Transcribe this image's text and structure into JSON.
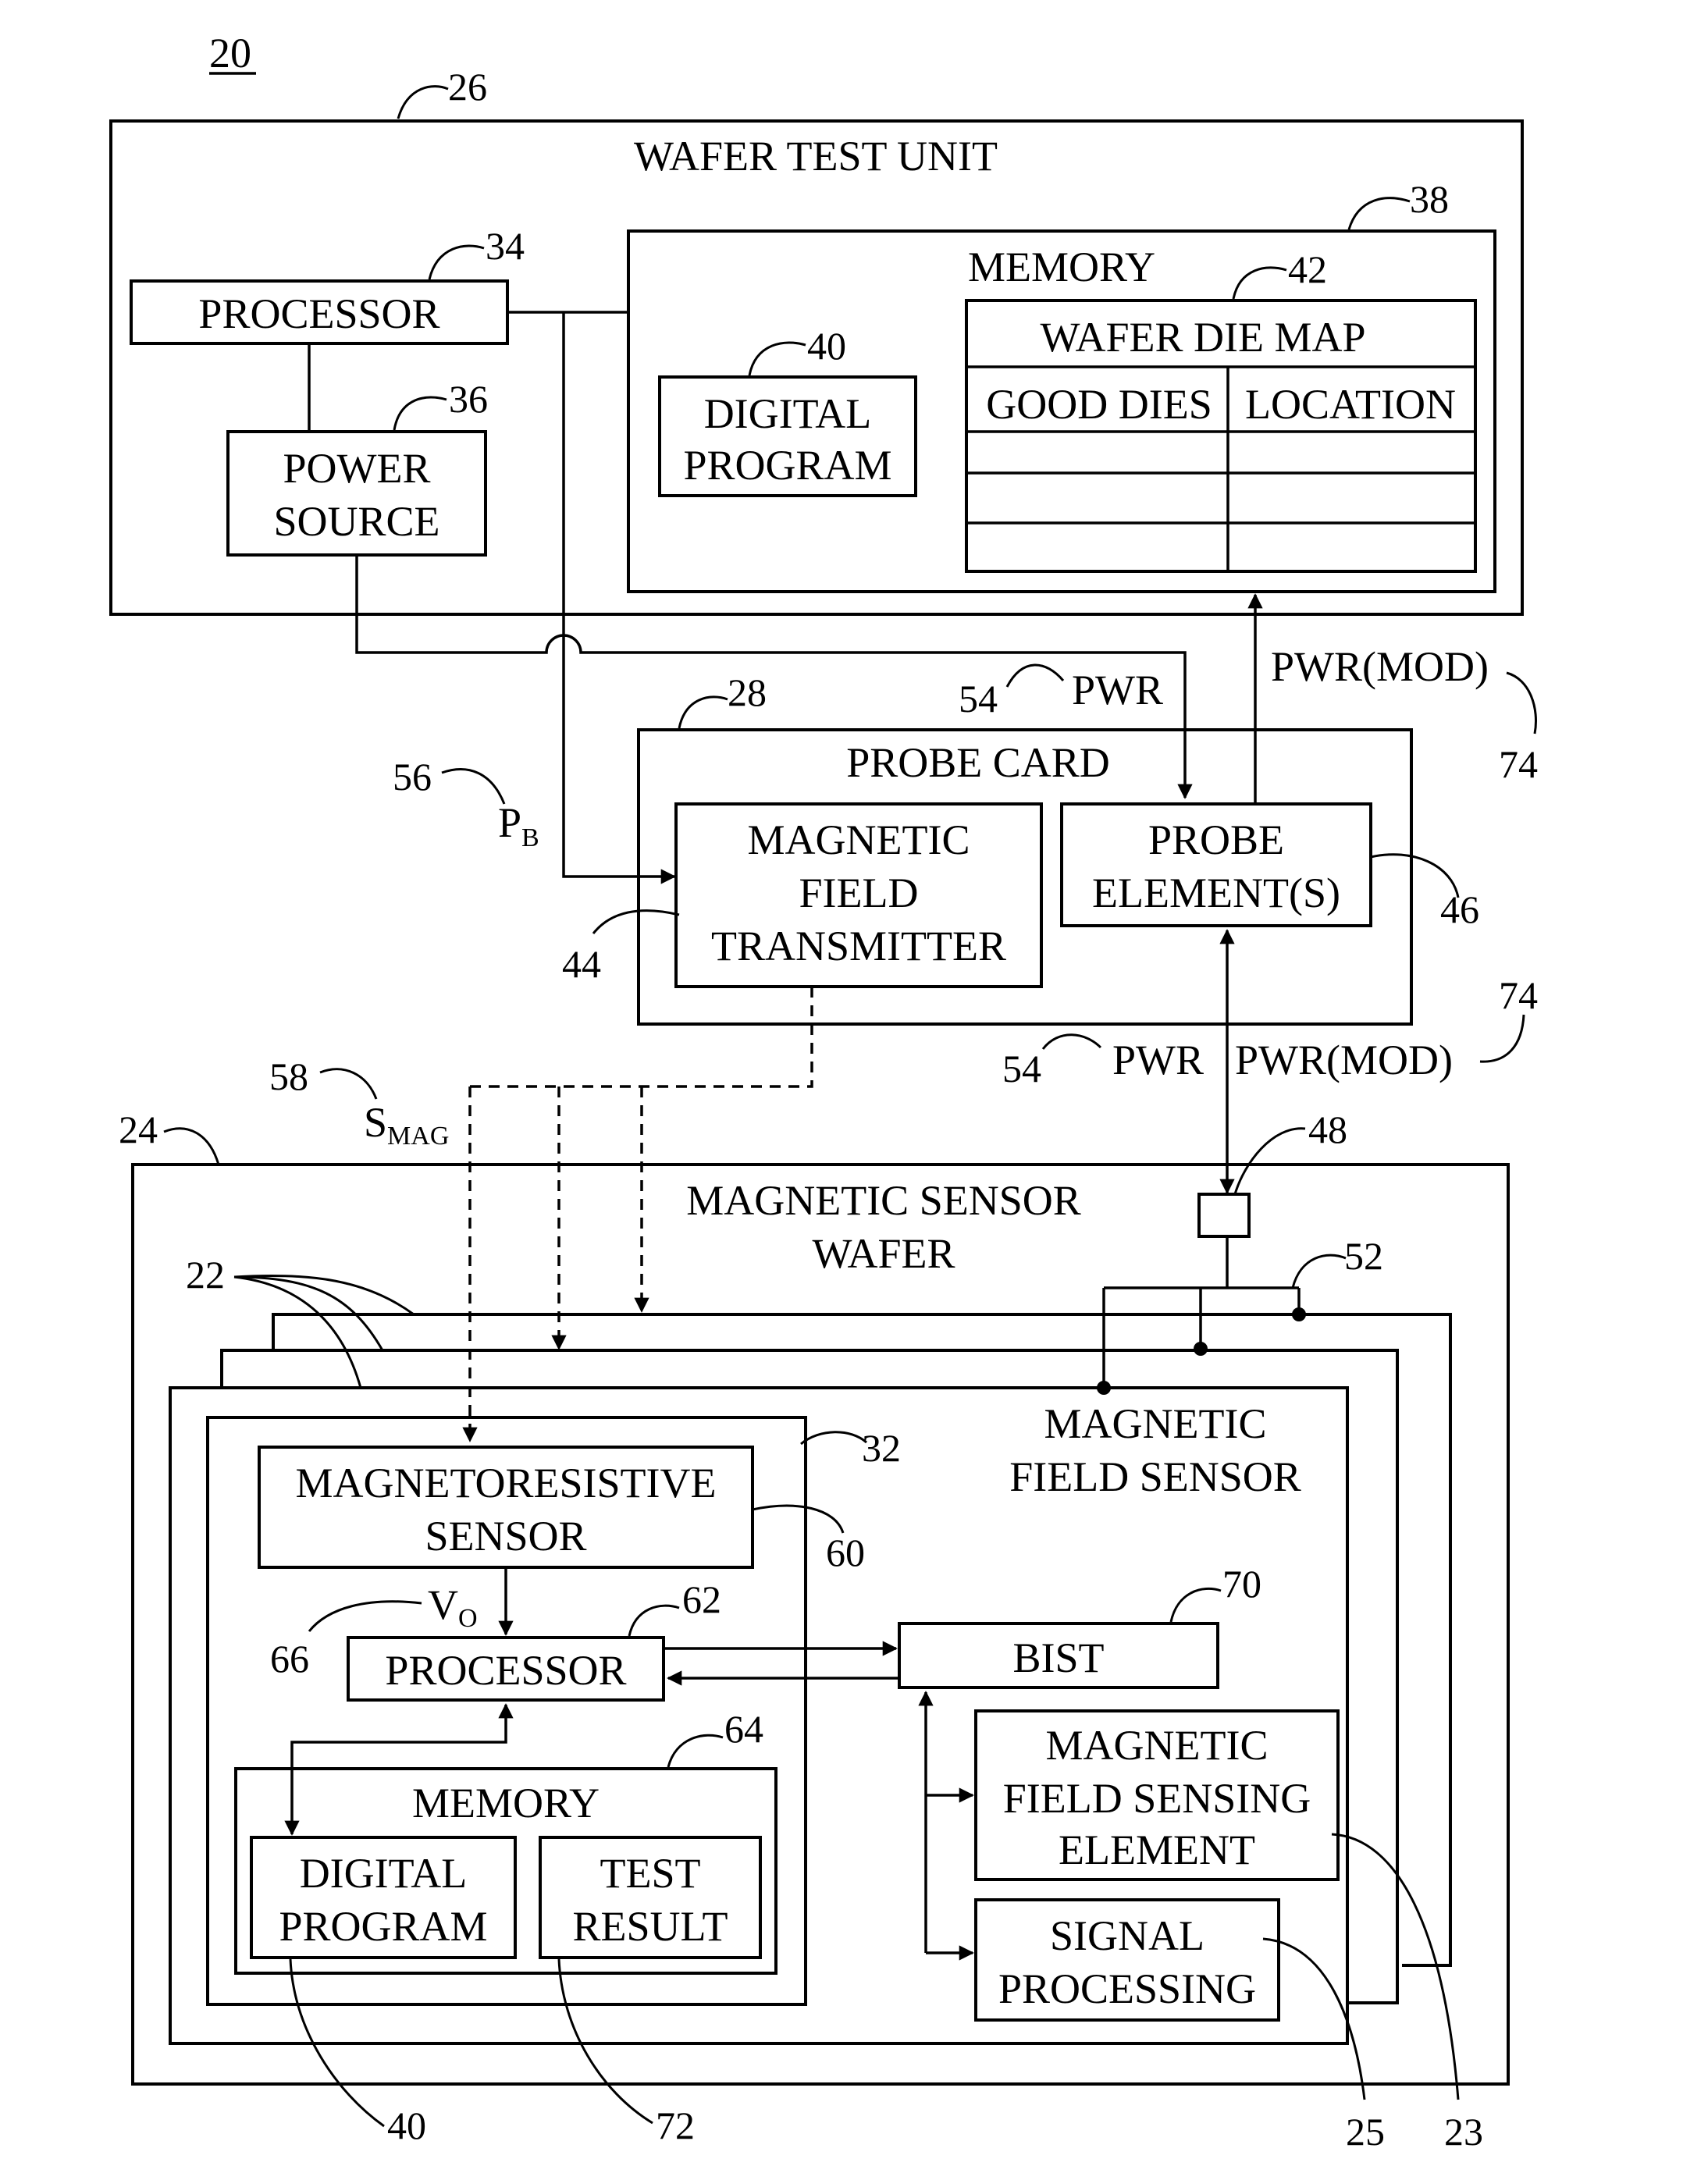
{
  "figure_number": "20",
  "wafer_test_unit": {
    "ref": "26",
    "title": "WAFER TEST UNIT",
    "processor": {
      "ref": "34",
      "label": "PROCESSOR"
    },
    "power_source": {
      "ref": "36",
      "line1": "POWER",
      "line2": "SOURCE"
    },
    "memory": {
      "ref": "38",
      "title": "MEMORY",
      "digital_program": {
        "ref": "40",
        "line1": "DIGITAL",
        "line2": "PROGRAM"
      },
      "wafer_die_map": {
        "ref": "42",
        "title": "WAFER DIE MAP",
        "columns": [
          "GOOD DIES",
          "LOCATION"
        ]
      }
    }
  },
  "probe_card": {
    "ref": "28",
    "title": "PROBE CARD",
    "transmitter": {
      "ref": "44",
      "line1": "MAGNETIC",
      "line2": "FIELD",
      "line3": "TRANSMITTER"
    },
    "probe_element": {
      "ref": "46",
      "line1": "PROBE",
      "line2": "ELEMENT(S)"
    }
  },
  "signals": {
    "pwr": {
      "ref": "54",
      "label": "PWR"
    },
    "pwr_mod": {
      "ref": "74",
      "label": "PWR(MOD)"
    },
    "pb": {
      "ref": "56",
      "label": "P",
      "sub": "B"
    },
    "smag": {
      "ref": "58",
      "label": "S",
      "sub": "MAG"
    },
    "vo": {
      "ref": "66",
      "label": "V",
      "sub": "O"
    }
  },
  "magnetic_sensor_wafer": {
    "ref": "24",
    "line1": "MAGNETIC SENSOR",
    "line2": "WAFER",
    "pad_ref": "48",
    "bus_ref": "52",
    "dies_ref": "22",
    "sensor": {
      "line1": "MAGNETIC",
      "line2": "FIELD SENSOR",
      "test_block_ref": "32",
      "magnetoresistive": {
        "ref": "60",
        "line1": "MAGNETORESISTIVE",
        "line2": "SENSOR"
      },
      "processor": {
        "ref": "62",
        "label": "PROCESSOR"
      },
      "memory": {
        "ref": "64",
        "title": "MEMORY",
        "digital_program": {
          "ref": "40",
          "line1": "DIGITAL",
          "line2": "PROGRAM"
        },
        "test_result": {
          "ref": "72",
          "line1": "TEST",
          "line2": "RESULT"
        }
      },
      "bist": {
        "ref": "70",
        "label": "BIST"
      },
      "sensing_element": {
        "ref": "23",
        "line1": "MAGNETIC",
        "line2": "FIELD SENSING",
        "line3": "ELEMENT"
      },
      "signal_processing": {
        "ref": "25",
        "line1": "SIGNAL",
        "line2": "PROCESSING"
      }
    }
  }
}
